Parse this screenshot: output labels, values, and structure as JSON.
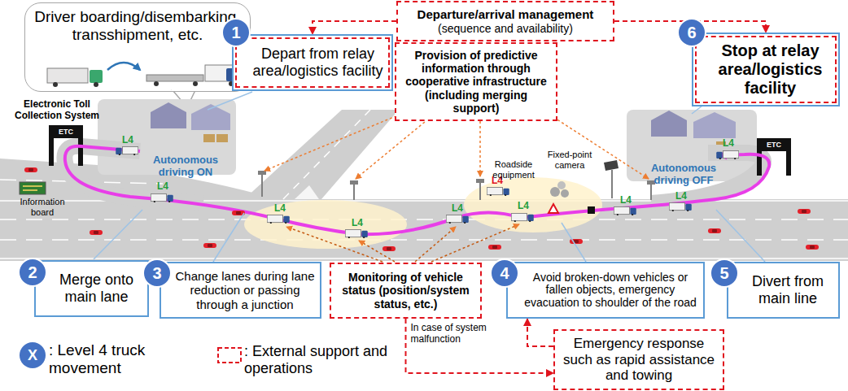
{
  "diagram": {
    "nodes": [
      {
        "text": [
          "Driver boarding/disembarking, transshipment, etc."
        ]
      },
      {
        "text": [
          "1"
        ]
      },
      {
        "text": [
          "Depart from relay area/logistics facility"
        ]
      },
      {
        "text": [
          "Departure/arrival management",
          "(sequence and availability)"
        ]
      },
      {
        "text": [
          "6"
        ]
      },
      {
        "text": [
          "Stop at relay area/logistics facility"
        ]
      },
      {
        "text": [
          "Provision of predictive information through cooperative infrastructure (including merging support)"
        ]
      },
      {
        "text": [
          "2"
        ]
      },
      {
        "text": [
          "Merge onto main lane"
        ]
      },
      {
        "text": [
          "3"
        ]
      },
      {
        "text": [
          "Change lanes during lane reduction or passing through a junction"
        ]
      },
      {
        "text": [
          "Monitoring of vehicle status (position/system status, etc.)"
        ]
      },
      {
        "text": [
          "4"
        ]
      },
      {
        "text": [
          "Avoid broken-down vehicles or fallen objects, emergency evacuation to shoulder of the road"
        ]
      },
      {
        "text": [
          "5"
        ]
      },
      {
        "text": [
          "Divert from main line"
        ]
      },
      {
        "text": [
          "Emergency response such as rapid assistance and towing"
        ]
      }
    ],
    "edges": [
      {
        "from": 3,
        "to": 2,
        "arrow": "to"
      },
      {
        "from": 3,
        "to": 5,
        "arrow": "to"
      },
      {
        "from": 11,
        "to": 16,
        "label": "In case of system malfunction",
        "arrow": "to"
      },
      {
        "from": 16,
        "to": 13,
        "arrow": "to"
      }
    ],
    "labels": [
      "Electronic Toll Collection System",
      "ETC",
      "Information board",
      "Autonomous driving ON",
      "L4",
      "L4",
      "L4",
      "L4",
      "L4",
      "L4",
      "L4",
      "L4",
      "L4",
      "L4",
      "Roadside equipment",
      "Fixed-point camera",
      "ETC",
      "Autonomous driving OFF",
      "X"
    ],
    "legend": [
      {
        "text": ": Level 4 truck movement"
      },
      {
        "text": ": External support and operations"
      }
    ]
  }
}
